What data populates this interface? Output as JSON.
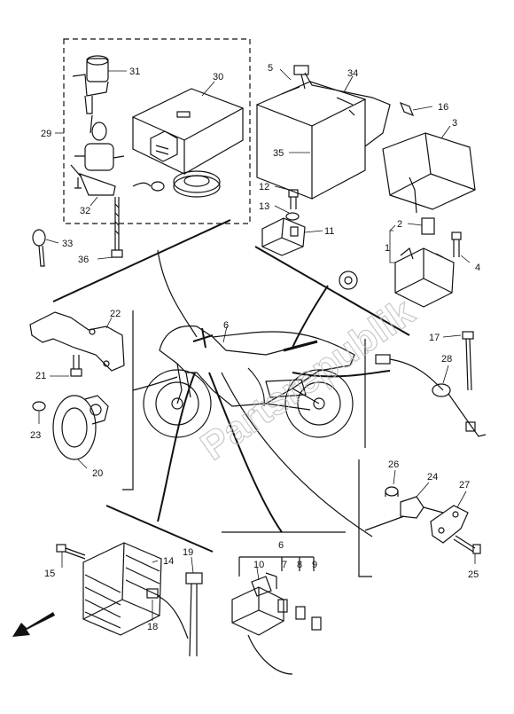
{
  "watermark": "Partsrepublik",
  "callouts": [
    "1",
    "2",
    "3",
    "4",
    "5",
    "6",
    "7",
    "8",
    "9",
    "10",
    "11",
    "12",
    "13",
    "14",
    "15",
    "16",
    "17",
    "18",
    "19",
    "20",
    "21",
    "22",
    "23",
    "24",
    "25",
    "26",
    "27",
    "28",
    "29",
    "30",
    "31",
    "32",
    "33",
    "34",
    "35",
    "36"
  ],
  "icons": [
    "front-direction-arrow-icon",
    "gear-logo-icon"
  ]
}
